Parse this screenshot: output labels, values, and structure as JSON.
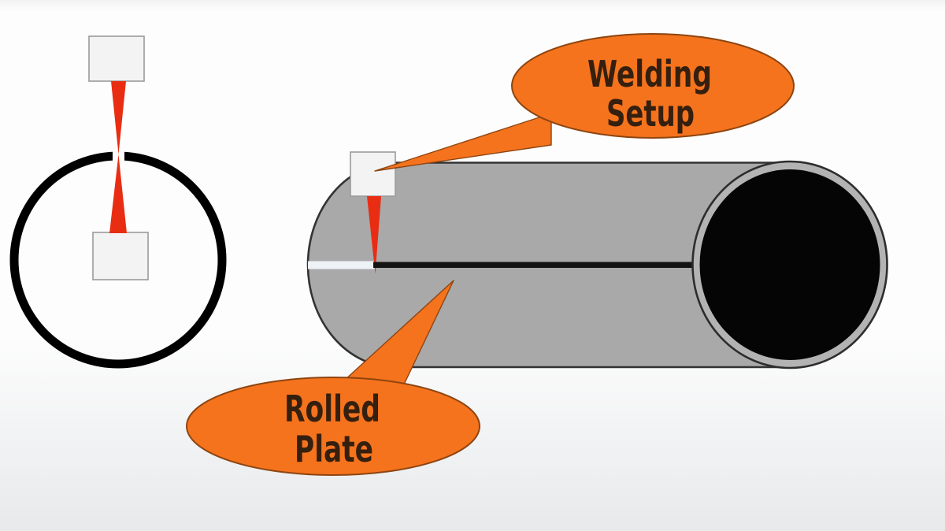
{
  "diagram": {
    "title_hint": "Pipe seam welding diagram",
    "callout_welding": {
      "line1": "Welding",
      "line2": "Setup"
    },
    "callout_rolled": {
      "line1": "Rolled",
      "line2": "Plate"
    }
  },
  "colors": {
    "callout_fill": "#f5731d",
    "callout_edge": "#8d4511",
    "label_text": "#35200f",
    "beam_red": "#e92d13",
    "pipe_gray": "#a9a9a9",
    "pipe_edge": "#333333",
    "pipe_bore": "#050505",
    "end_ring_gray": "#b3b3b3",
    "end_ring_edge": "#2d2d2d",
    "seam_black": "#141414",
    "seam_gap": "#eef2f7",
    "welder_fill": "#f3f3f3",
    "welder_edge": "#9b9b9b",
    "ring_black": "#000000",
    "gap_white": "#fdfdfd"
  }
}
